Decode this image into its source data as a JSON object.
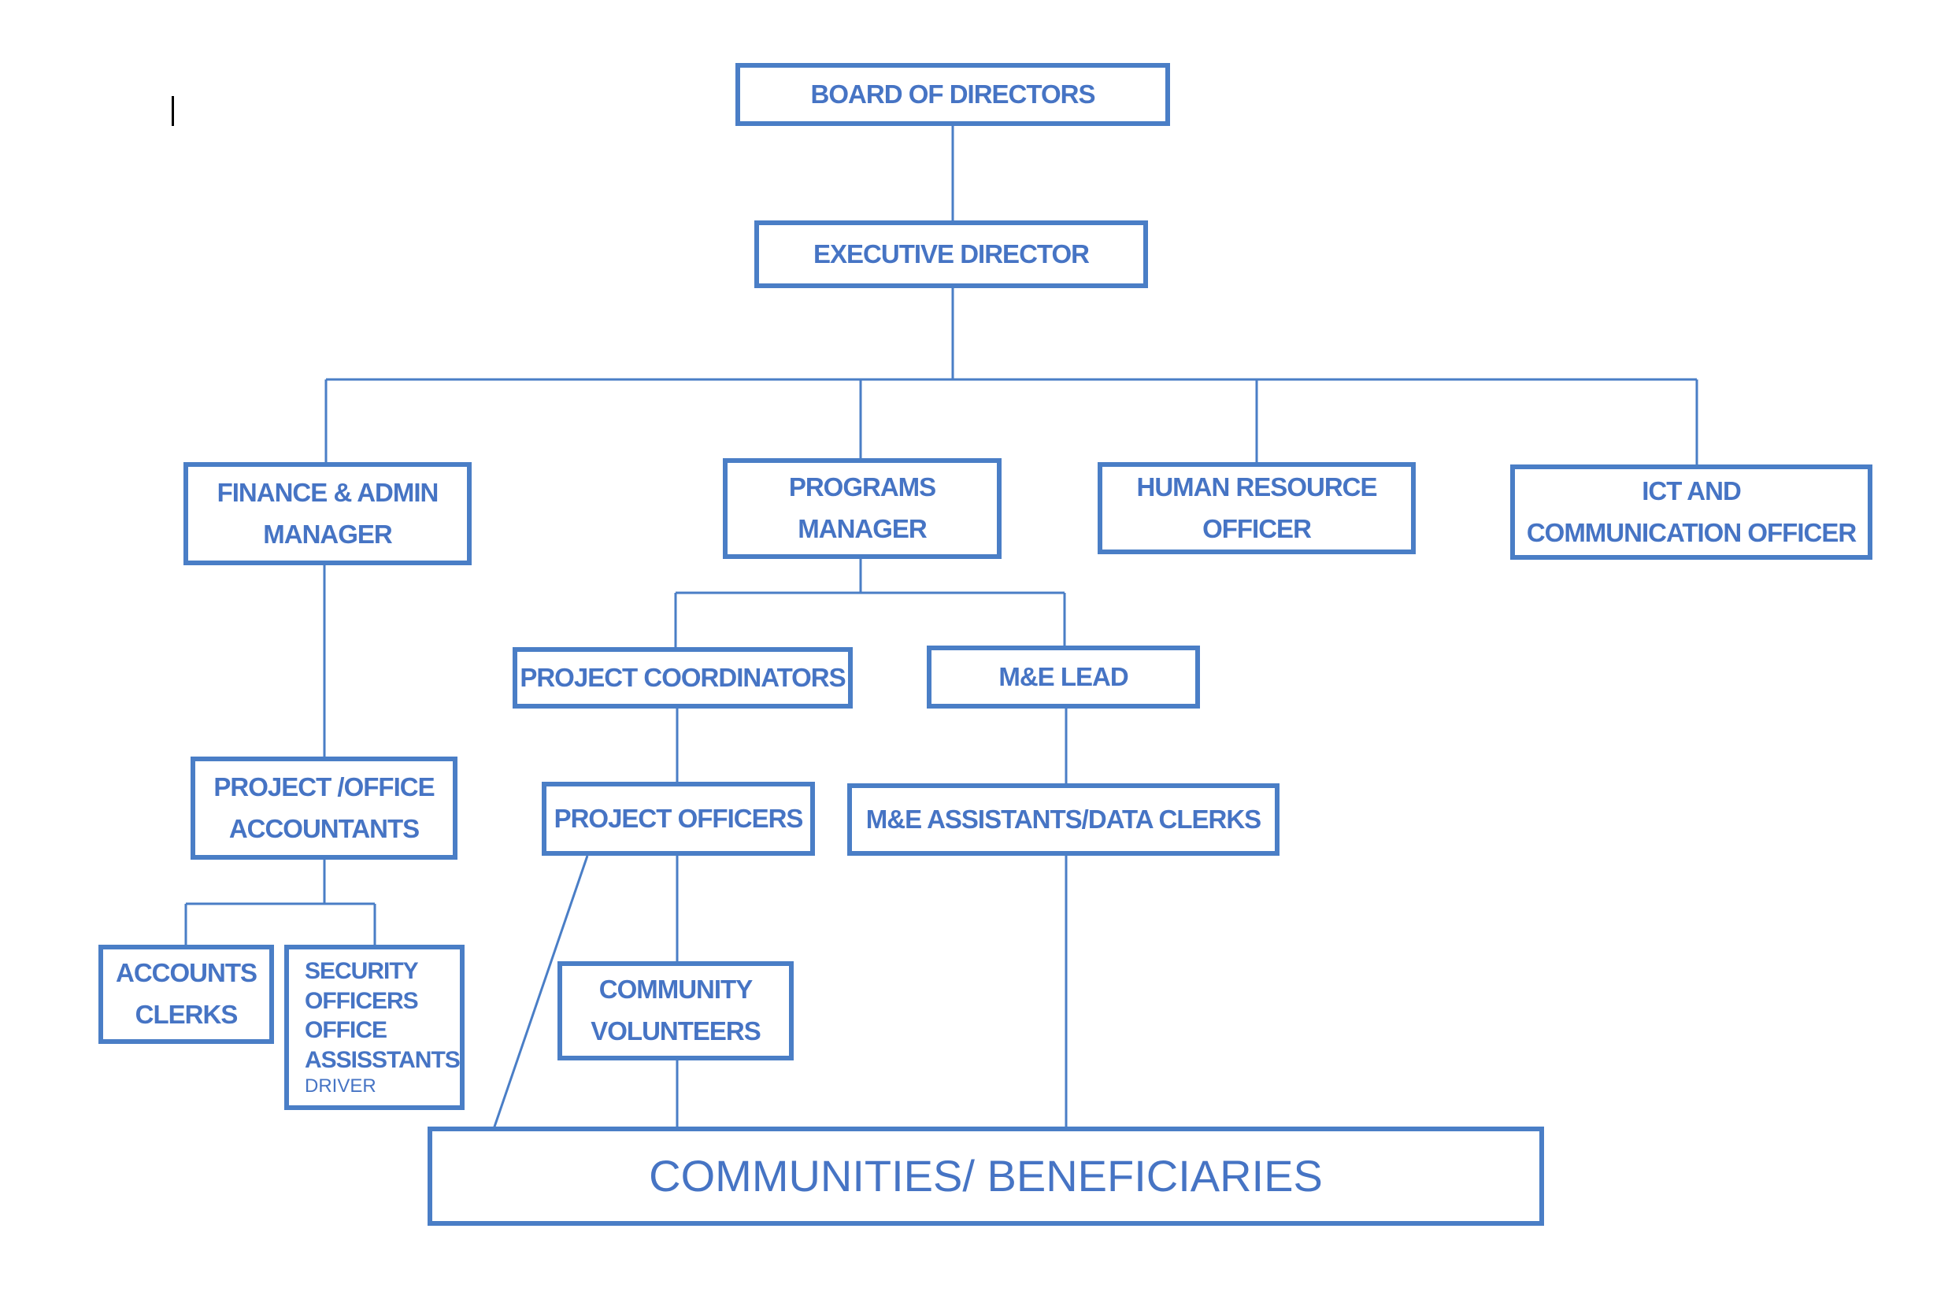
{
  "org_chart": {
    "board": "BOARD OF DIRECTORS",
    "executive": "EXECUTIVE DIRECTOR",
    "finance": [
      "FINANCE & ADMIN",
      "MANAGER"
    ],
    "programs": [
      "PROGRAMS",
      "MANAGER"
    ],
    "hr": [
      "HUMAN RESOURCE",
      "OFFICER"
    ],
    "ict": [
      "ICT AND",
      "COMMUNICATION OFFICER"
    ],
    "project_coordinators": "PROJECT COORDINATORS",
    "me_lead": "M&E LEAD",
    "accountants": [
      "PROJECT /OFFICE",
      "ACCOUNTANTS"
    ],
    "project_officers": "PROJECT OFFICERS",
    "me_assistants": "M&E ASSISTANTS/DATA CLERKS",
    "accounts_clerks": [
      "ACCOUNTS",
      "CLERKS"
    ],
    "support_staff": [
      "SECURITY",
      "OFFICERS",
      "OFFICE",
      "ASSISSTANTS"
    ],
    "support_staff_extra": "DRIVER",
    "community_volunteers": [
      "COMMUNITY",
      "VOLUNTEERS"
    ],
    "communities": "COMMUNITIES/ BENEFICIARIES"
  },
  "colors": {
    "border": "#4a7ec6",
    "text": "#4674c4",
    "background": "#ffffff"
  }
}
